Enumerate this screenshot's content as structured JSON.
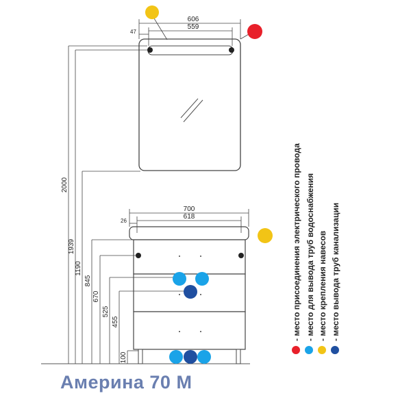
{
  "title": "Америна 70 М",
  "colors": {
    "electric": "#e8202a",
    "water_light": "#1aa3e8",
    "hanger": "#f2c416",
    "sewer": "#1f4fa0",
    "title": "#6a7fb0"
  },
  "mirror": {
    "width_total": "606",
    "width_inner": "559",
    "offset": "47"
  },
  "cabinet": {
    "width_total": "700",
    "width_inner": "618",
    "offset": "26"
  },
  "heights": [
    "2000",
    "1939",
    "1190",
    "845",
    "670",
    "525",
    "455",
    "100"
  ],
  "legend": [
    {
      "color": "electric",
      "text": "- место присоединения электрического провода"
    },
    {
      "color": "water",
      "text": "- место для вывода труб водоснабжения"
    },
    {
      "color": "hanger",
      "text": "- место крепления навесов"
    },
    {
      "color": "sewer",
      "text": "- место вывода труб канализации"
    }
  ]
}
